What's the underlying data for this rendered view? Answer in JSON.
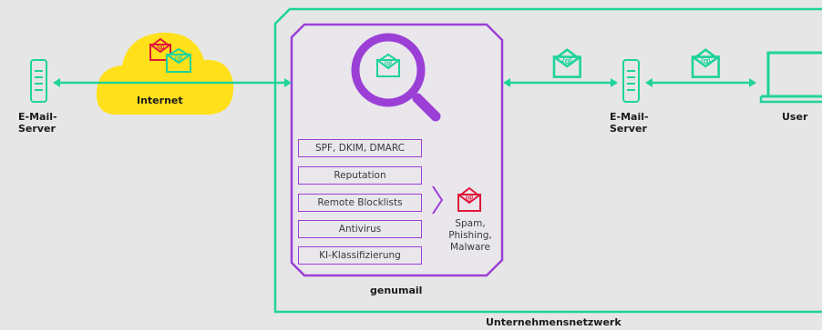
{
  "colors": {
    "green": "#1fd39a",
    "purple": "#9b3fd6",
    "yellow": "#ffe01a",
    "red": "#e0183a",
    "network_border": "#1fd39a"
  },
  "left_server": {
    "label": "E-Mail-\nServer",
    "icon": "server-icon"
  },
  "internet": {
    "label": "Internet",
    "icon": "cloud-icon"
  },
  "genumail": {
    "label": "genumail",
    "icon": "magnifier-email-icon",
    "checks": [
      "SPF, DKIM, DMARC",
      "Reputation",
      "Remote Blocklists",
      "Antivirus",
      "KI-Klassifizierung"
    ],
    "threats_label": "Spam,\nPhishing,\nMalware",
    "threats_icon": "red-email-icon"
  },
  "right_server": {
    "label": "E-Mail-\nServer",
    "icon": "server-icon"
  },
  "user": {
    "label": "User",
    "icon": "laptop-icon"
  },
  "network": {
    "label": "Unternehmensnetzwerk"
  }
}
